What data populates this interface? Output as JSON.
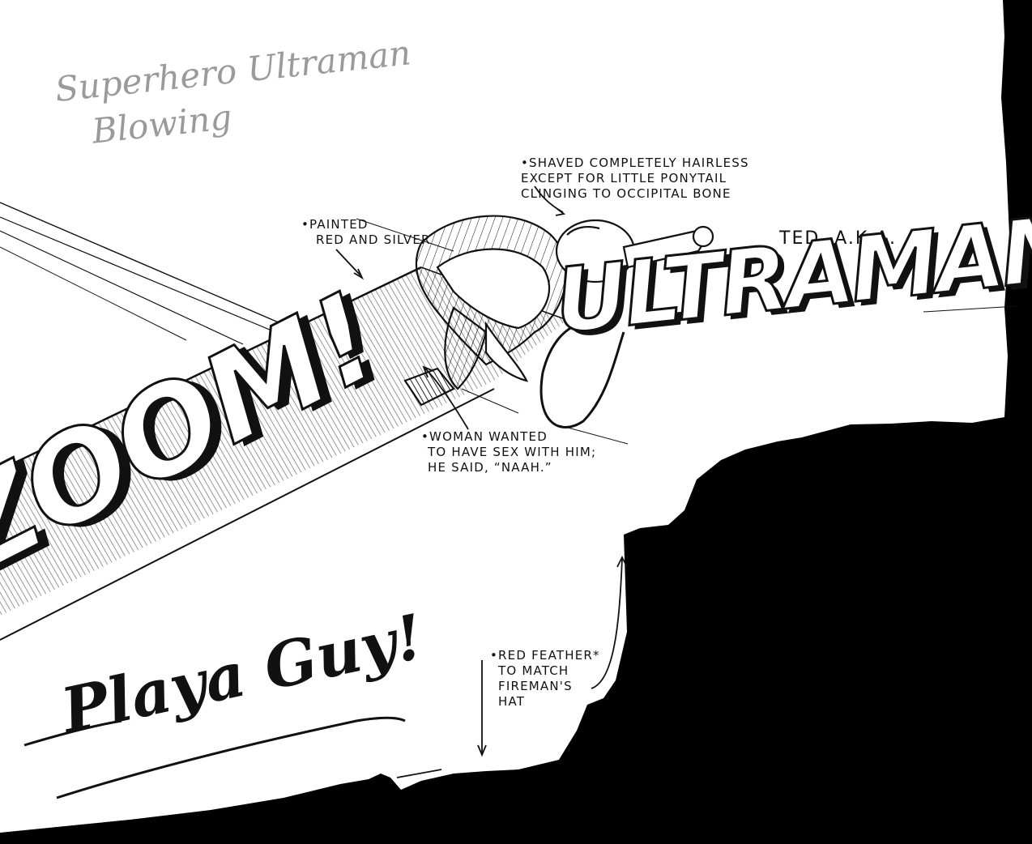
{
  "sketch": {
    "pencil_note": {
      "line1": "Superhero Ultraman",
      "line2": "Blowing"
    },
    "hero_name": "TED, A.K.A.",
    "title_word": "ULTRAMAN!",
    "sound_effect": "ZOOM!",
    "tagline": "Playa Guy!",
    "notes": {
      "hairless": {
        "line1": "•SHAVED COMPLETELY HAIRLESS",
        "line2": "EXCEPT FOR LITTLE PONYTAIL",
        "line3": "CLINGING TO OCCIPITAL BONE"
      },
      "painted": {
        "line1": "•PAINTED",
        "line2": "RED AND SILVER"
      },
      "woman": {
        "line1": "•WOMAN WANTED",
        "line2": "TO HAVE SEX WITH HIM;",
        "line3": "HE SAID, “NAAH.”"
      },
      "feather": {
        "line1": "•RED FEATHER*",
        "line2": "TO MATCH",
        "line3": "FIREMAN'S",
        "line4": "HAT"
      }
    }
  },
  "colors": {
    "paper": "#ffffff",
    "ink": "#111111",
    "background": "#000000",
    "pencil": "#9a9a9a"
  }
}
